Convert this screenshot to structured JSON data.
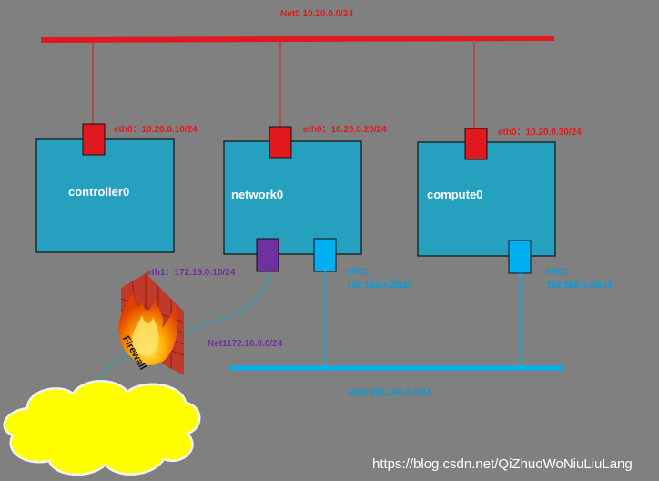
{
  "networks": {
    "net0": {
      "label": "Net0 10.20.0.0/24",
      "color": "#e0191f"
    },
    "net1": {
      "label": "Net1172.16.0.0/24",
      "color": "#7030a0"
    },
    "net2": {
      "label": "Net2 192.168.4.0/24",
      "color": "#00a0e0"
    }
  },
  "hosts": {
    "controller": {
      "name": "controller0",
      "eth0": "eth0：10.20.0.10/24",
      "eth1": "eth1：172.16.0.10/24"
    },
    "network": {
      "name": "network0",
      "eth0": "eth0：10.20.0.20/24",
      "eth2_line1": "eth2：",
      "eth2_line2": "192.168.4.20/24"
    },
    "compute": {
      "name": "compute0",
      "eth0": "eth0：10.20.0.30/24",
      "eth2_line1": "eth2：",
      "eth2_line2": "192.168.4.30/24"
    }
  },
  "firewall": {
    "label": "Firewall"
  },
  "watermark": {
    "text": "https://blog.csdn.net/QiZhuoWoNiuLiuLang"
  },
  "colors": {
    "background": "#808080",
    "host_fill": "#25a0bf",
    "cloud_fill": "#ffff00",
    "eth0_port": "#e0191f",
    "eth1_port": "#7030a0",
    "eth2_port": "#00b0f0",
    "eth1_label": "#7030a0",
    "eth2_label": "#00a0e0"
  }
}
